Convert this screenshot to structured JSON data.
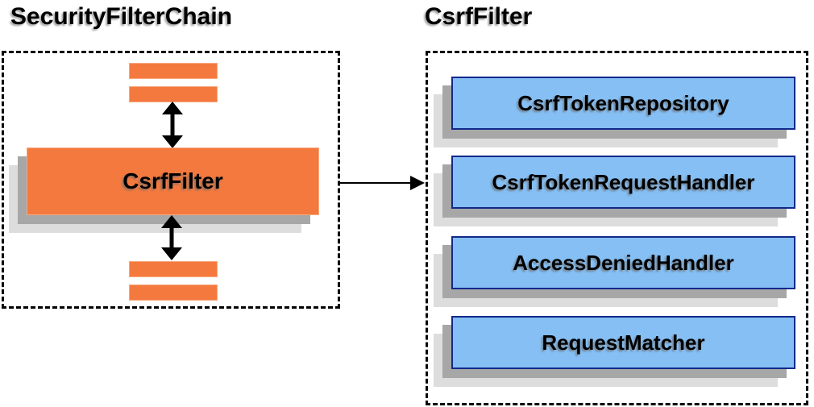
{
  "left_panel": {
    "title": "SecurityFilterChain",
    "filter_box_label": "CsrfFilter"
  },
  "right_panel": {
    "title": "CsrfFilter",
    "components": [
      {
        "label": "CsrfTokenRepository"
      },
      {
        "label": "CsrfTokenRequestHandler"
      },
      {
        "label": "AccessDeniedHandler"
      },
      {
        "label": "RequestMatcher"
      }
    ]
  },
  "colors": {
    "orange": "#f4793e",
    "orange_border": "#f8a87d",
    "blue_fill": "#85bff4",
    "blue_border": "#12298c",
    "shadow_dark": "#a7a7a7",
    "shadow_light": "#dddddd",
    "arrow_black": "#000000",
    "background": "#ffffff"
  }
}
